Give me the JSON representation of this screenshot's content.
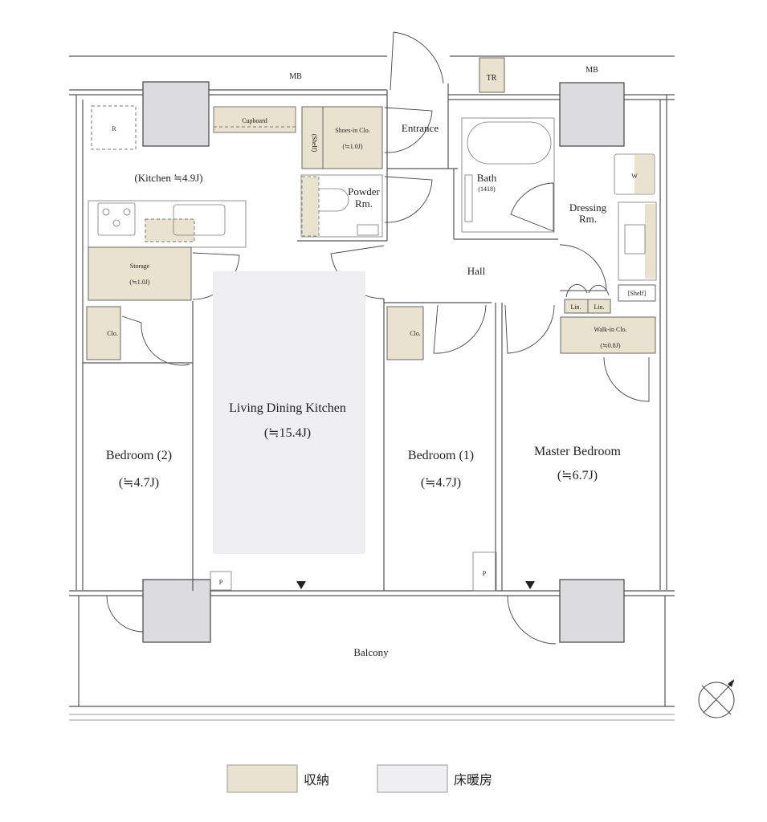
{
  "colors": {
    "storage": "#e9e2cf",
    "floor_heating": "#efeef1",
    "column": "#dcdcdf",
    "wall": "#555555"
  },
  "labels": {
    "mb_left": "MB",
    "mb_right": "MB",
    "tr": "TR",
    "r": "R",
    "cupboard": "Cupboard",
    "shelf": "(Shelf)",
    "shoes_clo": "Shoes-in Clo.",
    "shoes_clo_size": "(≒1.0J)",
    "entrance": "Entrance",
    "kitchen": "(Kitchen ≒4.9J)",
    "powder_1": "Powder",
    "powder_2": "Rm.",
    "bath": "Bath",
    "bath_size": "(1418)",
    "dressing_1": "Dressing",
    "dressing_2": "Rm.",
    "w": "W",
    "storage": "Storage",
    "storage_size": "(≒1.0J)",
    "hall": "Hall",
    "shelf2": "[Shelf]",
    "lin1": "Lin.",
    "lin2": "Lin.",
    "walkin": "Walk-in Clo.",
    "walkin_size": "(≒0.8J)",
    "clo1": "Clo.",
    "clo2": "Clo.",
    "ldk": "Living Dining Kitchen",
    "ldk_size": "(≒15.4J)",
    "bedroom2": "Bedroom (2)",
    "bedroom2_size": "(≒4.7J)",
    "bedroom1": "Bedroom (1)",
    "bedroom1_size": "(≒4.7J)",
    "master": "Master Bedroom",
    "master_size": "(≒6.7J)",
    "p1": "P",
    "p2": "P",
    "balcony": "Balcony"
  },
  "legend": [
    {
      "label": "収納",
      "color": "#e9e2cf"
    },
    {
      "label": "床暖房",
      "color": "#efeef1"
    }
  ],
  "compass": "north-arrow-icon"
}
